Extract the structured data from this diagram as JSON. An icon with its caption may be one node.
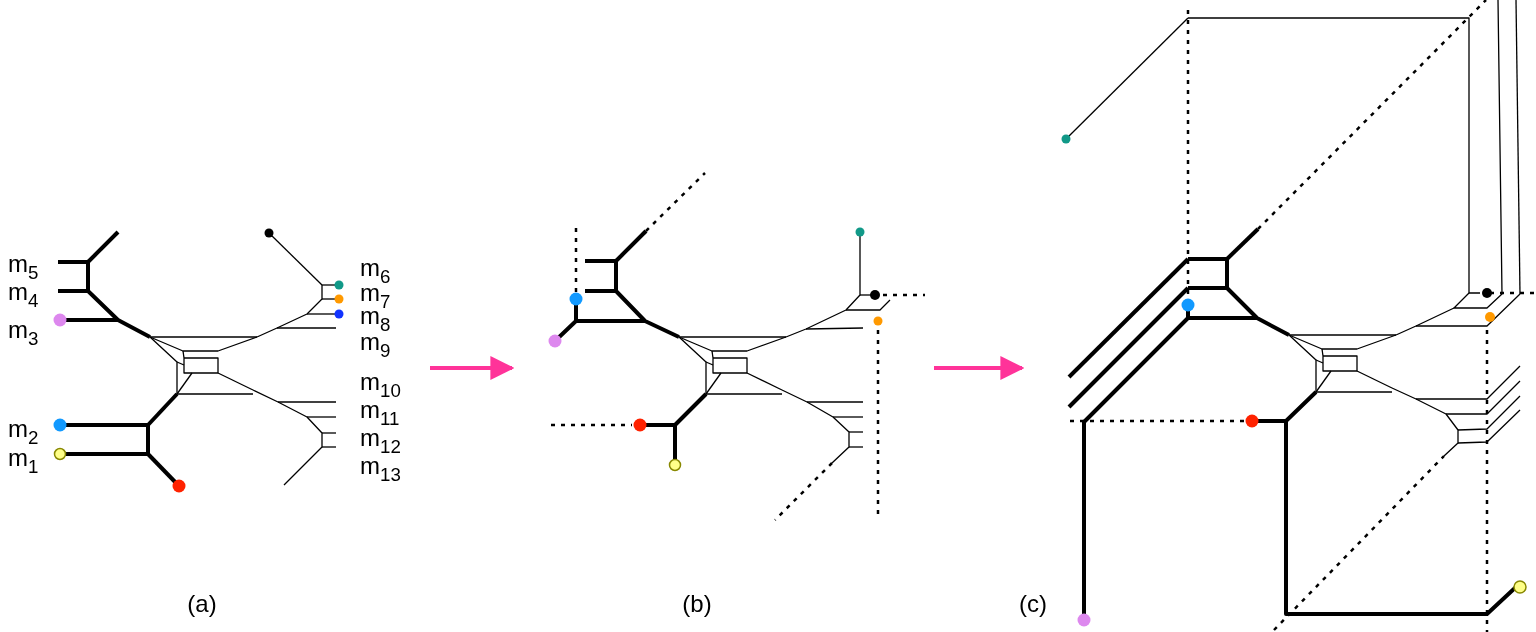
{
  "diagram": {
    "nodes": [
      {
        "text": [
          "(a)"
        ]
      },
      {
        "text": [
          "(b)"
        ]
      },
      {
        "text": [
          "(c)"
        ]
      }
    ],
    "edges": [
      {
        "from": 0,
        "to": 1,
        "arrow": "to"
      },
      {
        "from": 1,
        "to": 2,
        "arrow": "to"
      }
    ],
    "labels": [
      "m$_{5}$",
      "m$_{4}$",
      "m$_{3}$",
      "m$_{2}$",
      "m$_{1}$",
      "m$_{6}$",
      "m$_{7}$",
      "m$_{8}$",
      "m$_{9}$",
      "m$_{10}$",
      "m$_{11}$",
      "m$_{12}$",
      "m$_{13}$"
    ]
  }
}
